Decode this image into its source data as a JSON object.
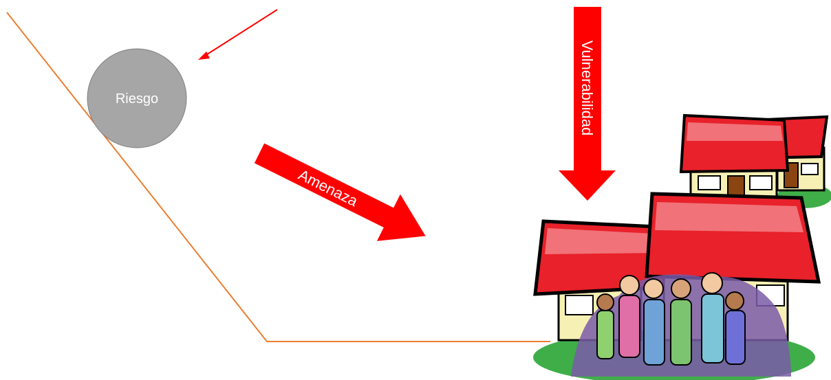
{
  "diagram": {
    "risk": {
      "label": "Riesgo"
    },
    "threat": {
      "label": "Amenaza"
    },
    "vulnerability": {
      "label": "Vulnerabilidad"
    }
  },
  "colors": {
    "arrow_red": "#ff0000",
    "slope_line": "#ed7d31",
    "risk_circle": "#a6a6a6",
    "risk_circle_border": "#7f7f7f",
    "roof_red": "#e8212a",
    "house_wall": "#f6f0b4",
    "grass": "#3fae49",
    "crowd_shadow": "#7a5aa8"
  },
  "illustration": {
    "subject": "houses-with-community-icon"
  }
}
